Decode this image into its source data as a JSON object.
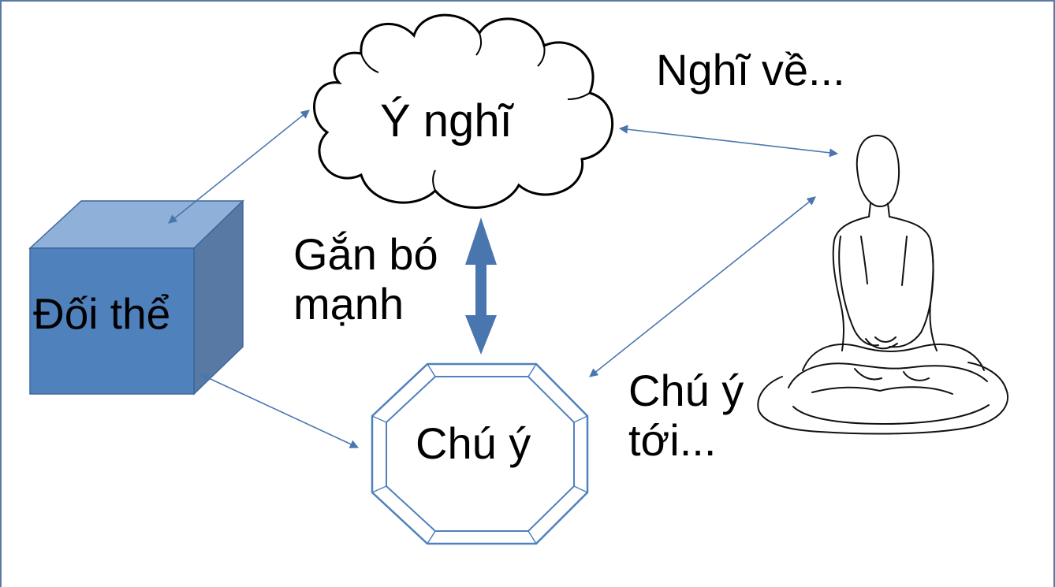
{
  "diagram": {
    "nodes": {
      "object": {
        "label": "Đối thể",
        "shape": "3d-box-icon",
        "color": "#4f81bd"
      },
      "thought": {
        "label": "Ý nghĩ",
        "shape": "cloud-icon"
      },
      "attention": {
        "label": "Chú ý",
        "shape": "octagon-bevel-icon",
        "color": "#4f81bd"
      },
      "meditator": {
        "label": "",
        "shape": "seated-meditator-icon"
      }
    },
    "edges": {
      "strong_attachment": {
        "label_line1": "Gắn bó",
        "label_line2": "mạnh",
        "from": "thought",
        "to": "attention",
        "weight": "bold"
      },
      "thinking_about": {
        "label": "Nghĩ về...",
        "from": "meditator",
        "to": "thought"
      },
      "attending_to": {
        "label_line1": "Chú ý",
        "label_line2": "tới...",
        "from": "meditator",
        "to": "attention"
      },
      "object_thought": {
        "from": "object",
        "to": "thought"
      },
      "object_attention": {
        "from": "object",
        "to": "attention"
      }
    },
    "colors": {
      "arrow": "#4f81bd",
      "frame": "#5a7aa6",
      "text": "#000000"
    }
  }
}
